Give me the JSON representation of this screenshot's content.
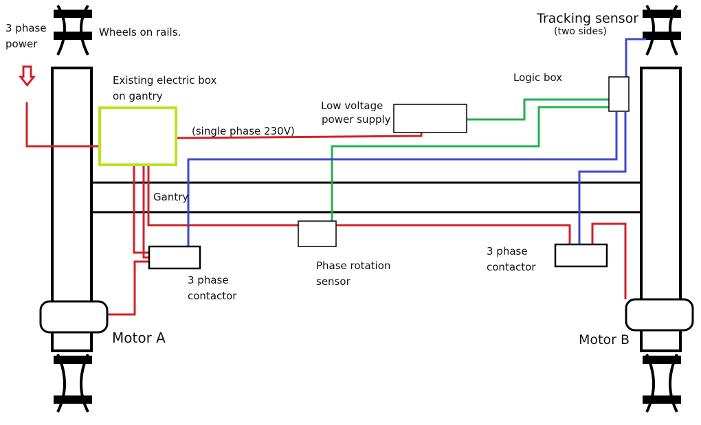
{
  "labels": {
    "power_line1": "3 phase",
    "power_line2": "power",
    "wheels": "Wheels on rails.",
    "elec_box_line1": "Existing electric box",
    "elec_box_line2": "on gantry",
    "single_phase": "(single phase 230V)",
    "lv_line1": "Low voltage",
    "lv_line2": "power supply",
    "logic_box": "Logic box",
    "tracking": "Tracking sensor",
    "tracking_sub": "(two sides)",
    "gantry": "Gantry",
    "contactor_a_line1": "3 phase",
    "contactor_a_line2": "contactor",
    "phase_rot_line1": "Phase rotation",
    "phase_rot_line2": "sensor",
    "contactor_b_line1": "3 phase",
    "contactor_b_line2": "contactor",
    "motor_a": "Motor A",
    "motor_b": "Motor B"
  },
  "colors": {
    "red_wire": "#d42026",
    "green_wire": "#22b14c",
    "blue_wire": "#3f48cc",
    "electric_box_border": "#b5e61d",
    "structure": "#000000"
  }
}
